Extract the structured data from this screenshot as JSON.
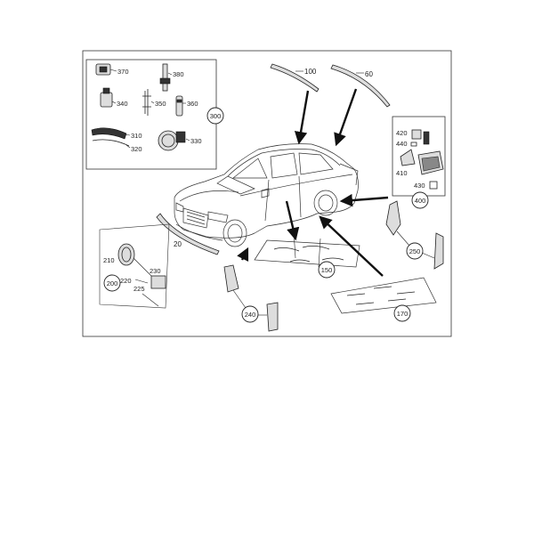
{
  "parts": {
    "p370": "370",
    "p380": "380",
    "p340": "340",
    "p350": "350",
    "p360": "360",
    "p300": "300",
    "p310": "310",
    "p320": "320",
    "p330": "330",
    "p100": "100",
    "p60": "60",
    "p420": "420",
    "p440": "440",
    "p410": "410",
    "p430": "430",
    "p400": "400",
    "p20": "20",
    "p210": "210",
    "p230": "230",
    "p220": "220",
    "p225": "225",
    "p200": "200",
    "p150": "150",
    "p250": "250",
    "p240": "240",
    "p170": "170"
  }
}
